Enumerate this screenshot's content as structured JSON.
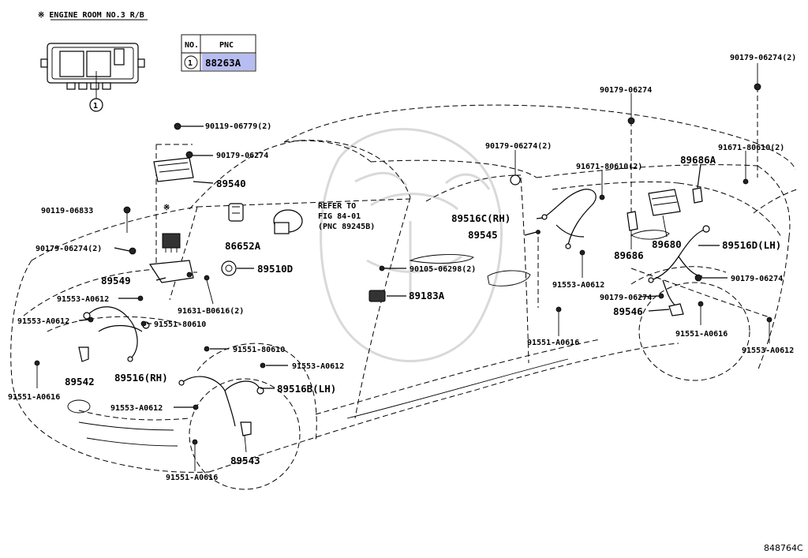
{
  "header_note": "※ ENGINE ROOM NO.3 R/B",
  "pnc_table": {
    "col_no": "NO.",
    "col_pnc": "PNC",
    "row_no": "1",
    "row_pnc": "88263A",
    "highlight_color": "#b7bdf0"
  },
  "relay_box_callout": "1",
  "asterisk": "※",
  "refer_note": [
    "REFER TO",
    "FIG 84-01",
    "(PNC 89245B)"
  ],
  "labels": {
    "p90119_06779": "90119-06779(2)",
    "p90179_06274_a": "90179-06274",
    "p89540": "89540",
    "p90119_06833": "90119-06833",
    "p90179_06274_2a": "90179-06274(2)",
    "p86652A": "86652A",
    "p89510D": "89510D",
    "p89549": "89549",
    "p91631_B0616": "91631-B0616(2)",
    "p91553_A0612_a": "91553-A0612",
    "p91553_A0612_b": "91553-A0612",
    "p91551_80610_a": "91551-80610",
    "p91551_80610_b": "91551-80610",
    "p91553_A0612_c": "91553-A0612",
    "p89516_RH_front": "89516(RH)",
    "p89516B_LH": "89516B(LH)",
    "p89542": "89542",
    "p91551_A0616_a": "91551-A0616",
    "p91553_A0612_d": "91553-A0612",
    "p89543": "89543",
    "p91551_A0616_b": "91551-A0616",
    "p90105_06298": "90105-06298(2)",
    "p89183A": "89183A",
    "p90179_06274_2b": "90179-06274(2)",
    "p89516C_RH": "89516C(RH)",
    "p89545": "89545",
    "p91553_A0612_e": "91553-A0612",
    "p91551_A0616_c": "91551-A0616",
    "p90179_06274_b": "90179-06274",
    "p91671_80610_a": "91671-80610(2)",
    "p89680": "89680",
    "p89686": "89686",
    "p90179_06274_2c": "90179-06274(2)",
    "p91671_80610_b": "91671-80610(2)",
    "p89686A": "89686A",
    "p89516D_LH": "89516D(LH)",
    "p90179_06274_c": "90179-06274",
    "p90179_06274_d": "90179-06274",
    "p89546": "89546",
    "p91551_A0616_d": "91551-A0616",
    "p91553_A0612_f": "91553-A0612"
  },
  "figure_code": "848764C"
}
